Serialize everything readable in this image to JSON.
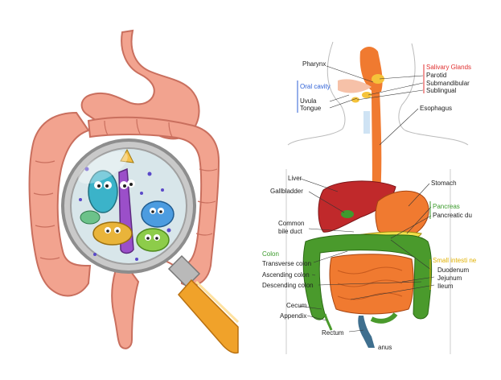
{
  "labels": {
    "pharynx": "Pharynx",
    "salivary_glands": "Salivary Glands",
    "parotid": "Parotid",
    "submandibular": "Submandibular",
    "sublingual": "Sublingual",
    "oral_cavity": "Oral cavity",
    "uvula": "Uvula",
    "tongue": "Tongue",
    "esophagus": "Esophagus",
    "liver": "Liver",
    "gallbladder": "Gallbladder",
    "stomach": "Stomach",
    "pancreas": "Pancreas",
    "pancreatic_duct": "Pancreatic du",
    "common": "Common",
    "bile_duct": "bile duct",
    "colon": "Colon",
    "transverse_colon": "Transverse colon",
    "ascending_colon": "Ascending colon",
    "descending_colon": "Descending colon",
    "small_intestine": "Small intesti ne",
    "duodenum": "Duodenum",
    "jejunum": "Jejunum",
    "ileum": "Ileum",
    "cecum": "Cecum",
    "appendix": "Appendix",
    "rectum": "Rectum",
    "anus": "anus"
  },
  "colors": {
    "salivary_glands": "#e03030",
    "oral_cavity": "#2c5fd6",
    "pancreas": "#3a9a2a",
    "colon": "#3a9a2a",
    "small_intestine": "#e0b000",
    "intestine_pink": "#f2a38f",
    "esophagus_orange": "#f07a30",
    "liver_red": "#c0292b"
  }
}
